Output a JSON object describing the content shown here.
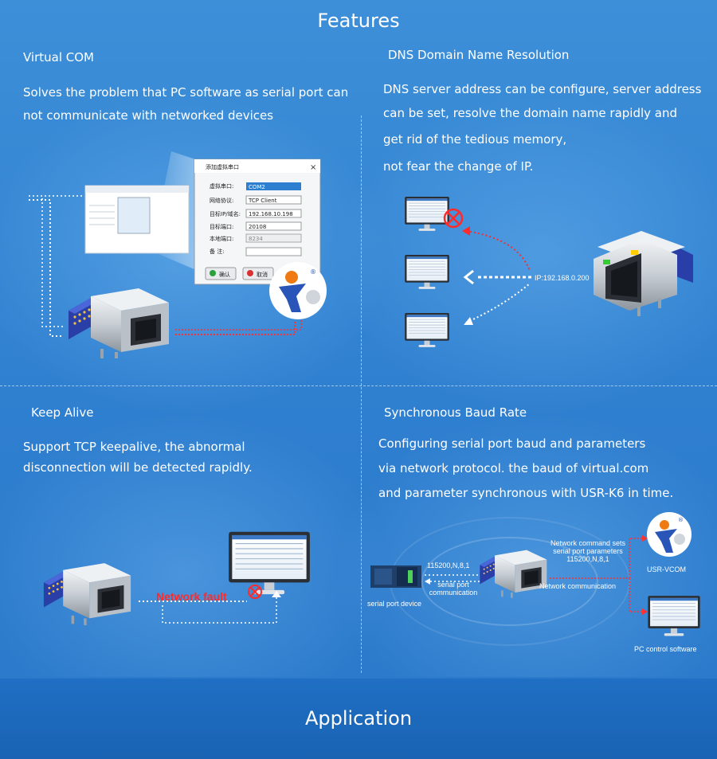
{
  "header": {
    "title": "Features"
  },
  "sections": {
    "virtual_com": {
      "heading": "Virtual COM",
      "line1": "Solves the problem that PC software as serial port can",
      "line2": "not communicate with networked devices"
    },
    "dns": {
      "heading": "DNS Domain Name Resolution",
      "line1": "DNS server address can be configure, server address",
      "line2": "can be set, resolve the domain name rapidly and",
      "line3": "get rid of the tedious memory,",
      "line4": "not fear the change of IP.",
      "ip_label": "IP:192.168.0.200"
    },
    "keep_alive": {
      "heading": "Keep Alive",
      "line1": "Support TCP keepalive, the abnormal",
      "line2": "disconnection will be detected rapidly.",
      "fault_label": "Network fault"
    },
    "baud": {
      "heading": "Synchronous Baud Rate",
      "line1": "Configuring serial port baud and parameters",
      "line2": "via network protocol. the baud of virtual.com",
      "line3": "and parameter synchronous with USR-K6 in time.",
      "cmd_line1": "Network command sets",
      "cmd_line2": "serial port parameters",
      "cmd_line3": "115200,N,8,1",
      "left_rate": "115200,N,8,1",
      "serial_comm1": "serial port",
      "serial_comm2": "communication",
      "network_comm": "Network communication",
      "serial_device": "serial port device",
      "usr_vcom": "USR-VCOM",
      "pc_software": "PC control software"
    }
  },
  "dialog": {
    "title": "添加虚拟串口",
    "close": "×",
    "row1_label": "虚拟串口:",
    "row1_value": "COM2",
    "row2_label": "网络协议:",
    "row2_value": "TCP Client",
    "row3_label": "目标IP/域名:",
    "row3_value": "192.168.10.198",
    "row4_label": "目标端口:",
    "row4_value": "20108",
    "row5_label": "本地端口:",
    "row5_value": "8234",
    "row6_label": "备 注:",
    "ok": "确认",
    "cancel": "取消"
  },
  "footer": {
    "title": "Application"
  },
  "colors": {
    "fault_red": "#ff2a2a",
    "accent_blue": "#2f7fd0"
  }
}
